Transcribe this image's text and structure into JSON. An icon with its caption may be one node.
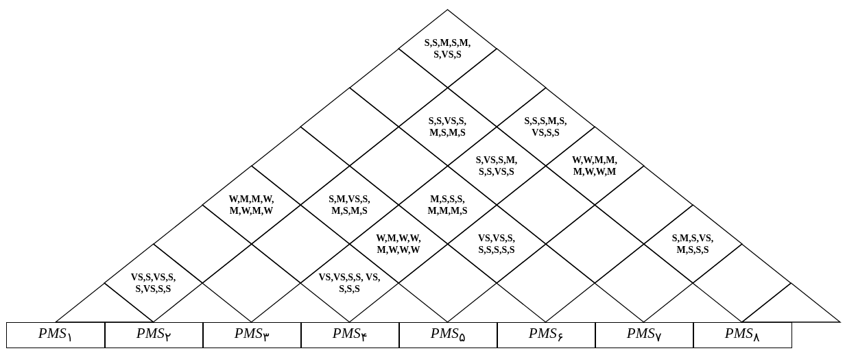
{
  "diagram": {
    "nodes": [
      {
        "text": [
          "S,S,M,S,M, S,VS,S"
        ]
      },
      {
        "text": [],
        "shape": "diamond"
      },
      {
        "text": [],
        "shape": "diamond"
      },
      {
        "text": [],
        "shape": "diamond"
      },
      {
        "text": [
          "S,S,VS,S, M,S,M,S"
        ]
      },
      {
        "text": [
          "S,S,S,M,S, VS,S,S"
        ]
      },
      {
        "text": [],
        "shape": "diamond"
      },
      {
        "text": [],
        "shape": "diamond"
      },
      {
        "text": [
          "S,VS,S,M, S,S,VS,S"
        ]
      },
      {
        "text": [
          "W,W,M,M, M,W,W,M"
        ]
      },
      {
        "text": [
          "W,M,M,W, M,W,M,W"
        ]
      },
      {
        "text": [
          "S,M,VS,S, M,S,M,S"
        ]
      },
      {
        "text": [
          "M,S,S,S, M,M,M,S"
        ]
      },
      {
        "text": [],
        "shape": "diamond"
      },
      {
        "text": [],
        "shape": "diamond"
      },
      {
        "text": [],
        "shape": "diamond"
      },
      {
        "text": [],
        "shape": "diamond"
      },
      {
        "text": [
          "W,M,W,W, M,W,W,W"
        ]
      },
      {
        "text": [
          "VS,VS,S, S,S,S,S,S"
        ]
      },
      {
        "text": [],
        "shape": "diamond"
      },
      {
        "text": [
          "S,M,S,VS, M,S,S,S"
        ]
      },
      {
        "text": [],
        "shape": "triangle"
      },
      {
        "text": [
          "VS,S,VS,S, S,VS,S,S"
        ]
      },
      {
        "text": [],
        "shape": "diamond"
      },
      {
        "text": [
          "VS,VS,S,S, VS, S,S,S"
        ]
      },
      {
        "text": [],
        "shape": "diamond"
      },
      {
        "text": [],
        "shape": "diamond"
      },
      {
        "text": [],
        "shape": "diamond"
      },
      {
        "text": [],
        "shape": "diamond"
      },
      {
        "text": [],
        "shape": "triangle"
      }
    ],
    "labels": [
      "*PMS*$_{۱}$",
      "*PMS*$_{۲}$",
      "*PMS*$_{۳}$",
      "*PMS*$_{۴}$",
      "*PMS*$_{۵}$",
      "*PMS*$_{۶}$",
      "*PMS*$_{۷}$",
      "*PMS*$_{۸}$"
    ]
  }
}
